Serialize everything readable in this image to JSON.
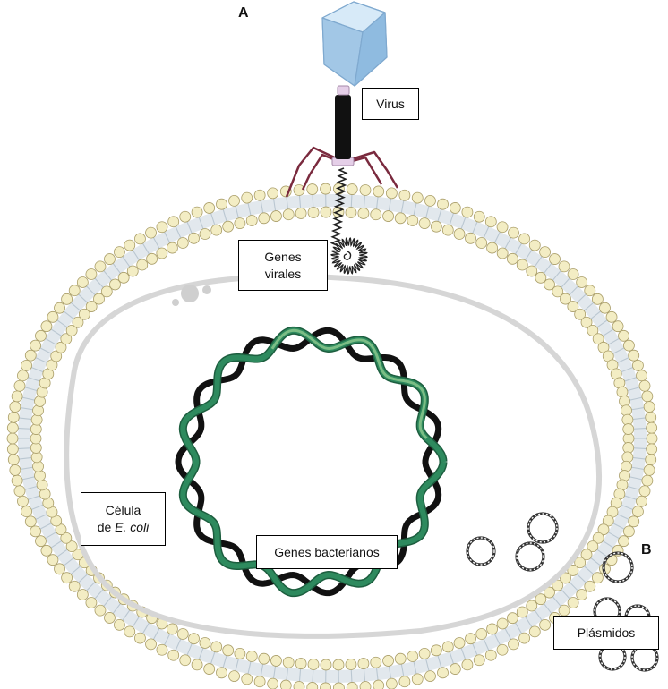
{
  "labels": {
    "panel_a": "A",
    "panel_b": "B",
    "virus": "Virus",
    "viral_genes_line1": "Genes",
    "viral_genes_line2": "virales",
    "cell_line1": "Célula",
    "cell_line2_prefix": "de",
    "cell_line2_species": "E. coli",
    "bacterial_genes": "Genes bacterianos",
    "plasmids": "Plásmidos"
  },
  "colors": {
    "membrane_head": "#f3edc4",
    "membrane_head_stroke": "#a99d68",
    "membrane_tail": "#cbd6de",
    "dna_green": "#2e8a5e",
    "dna_light_green": "#8fc98f",
    "dna_black": "#111111",
    "virus_capsid": "#a9cdea",
    "virus_tail": "#111111",
    "virus_legs": "#7a2a3e",
    "cytoplasm_outline": "#d4d4d4"
  },
  "icons": {
    "virus": "bacteriophage-icon",
    "plasmid": "plasmid-ring-icon"
  }
}
